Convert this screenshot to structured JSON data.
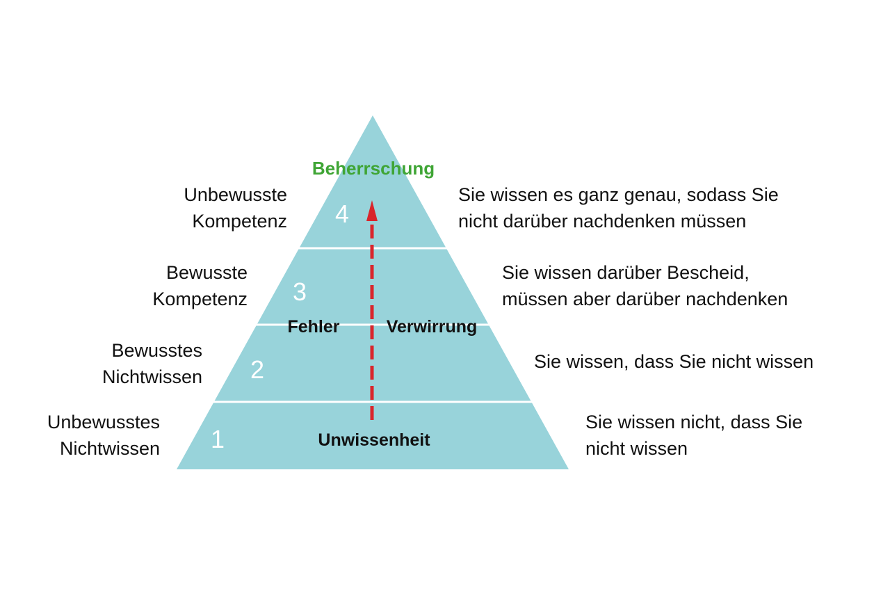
{
  "colors": {
    "pyramid": "#98D3DA",
    "divider": "#ffffff",
    "arrow": "#D9252B",
    "mastery": "#3FA535",
    "text": "#111111"
  },
  "pyramid": {
    "top_label": "Beherrschung",
    "bottom_label": "Unwissenheit",
    "mid_labels": {
      "left": "Fehler",
      "right": "Verwirrung"
    },
    "levels": [
      {
        "number": "1",
        "name_lines": [
          "Unbewusstes",
          "Nichtwissen"
        ],
        "description_lines": [
          "Sie wissen nicht, dass Sie",
          "nicht wissen"
        ]
      },
      {
        "number": "2",
        "name_lines": [
          "Bewusstes",
          "Nichtwissen"
        ],
        "description_lines": [
          "Sie wissen, dass Sie nicht wissen"
        ]
      },
      {
        "number": "3",
        "name_lines": [
          "Bewusste",
          "Kompetenz"
        ],
        "description_lines": [
          "Sie wissen darüber Bescheid,",
          "müssen aber darüber nachdenken"
        ]
      },
      {
        "number": "4",
        "name_lines": [
          "Unbewusste",
          "Kompetenz"
        ],
        "description_lines": [
          "Sie wissen es ganz genau, sodass Sie",
          "nicht darüber nachdenken müssen"
        ]
      }
    ]
  }
}
